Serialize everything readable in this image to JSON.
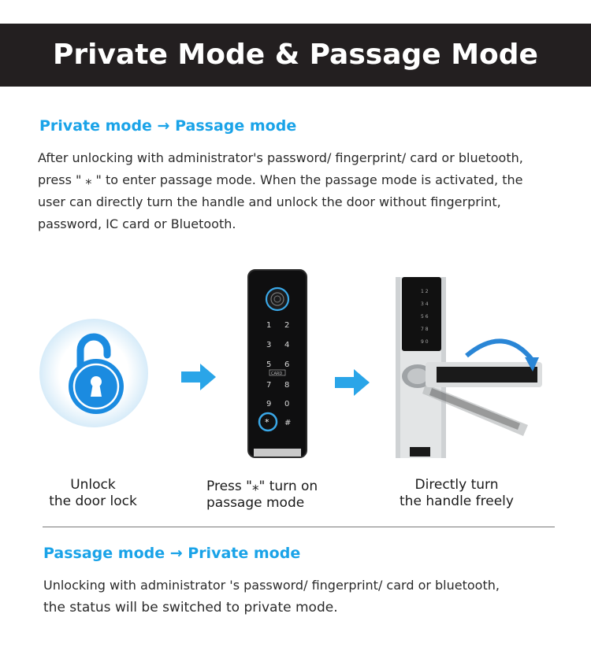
{
  "header": {
    "title": "Private Mode & Passage Mode"
  },
  "section1": {
    "heading": "Private mode → Passage mode",
    "lines": [
      "After unlocking with administrator's password/ fingerprint/ card or bluetooth,",
      "press \" ⁎ \" to enter passage mode. When the passage mode is activated, the",
      "user can directly turn the handle and unlock the door without fingerprint,",
      "password, IC card or Bluetooth."
    ]
  },
  "steps": [
    {
      "line1": "Unlock",
      "line2": "the door lock"
    },
    {
      "line1": "Press \"⁎\" turn on",
      "line2": "passage mode"
    },
    {
      "line1": "Directly turn",
      "line2": "the handle freely"
    }
  ],
  "keypad": {
    "keys": [
      "1",
      "2",
      "3",
      "4",
      "5",
      "6",
      "7",
      "8",
      "9",
      "0",
      "*",
      "#"
    ],
    "card_label": "CARD"
  },
  "section2": {
    "heading": "Passage mode → Private mode",
    "lines": [
      "Unlocking with administrator 's password/ fingerprint/ card or bluetooth,",
      "the status will be switched to private mode."
    ]
  },
  "colors": {
    "accent": "#1aa3e8",
    "banner": "#231f20",
    "lock_blue": "#1b8be0",
    "arrow_blue": "#2aa5e8"
  }
}
